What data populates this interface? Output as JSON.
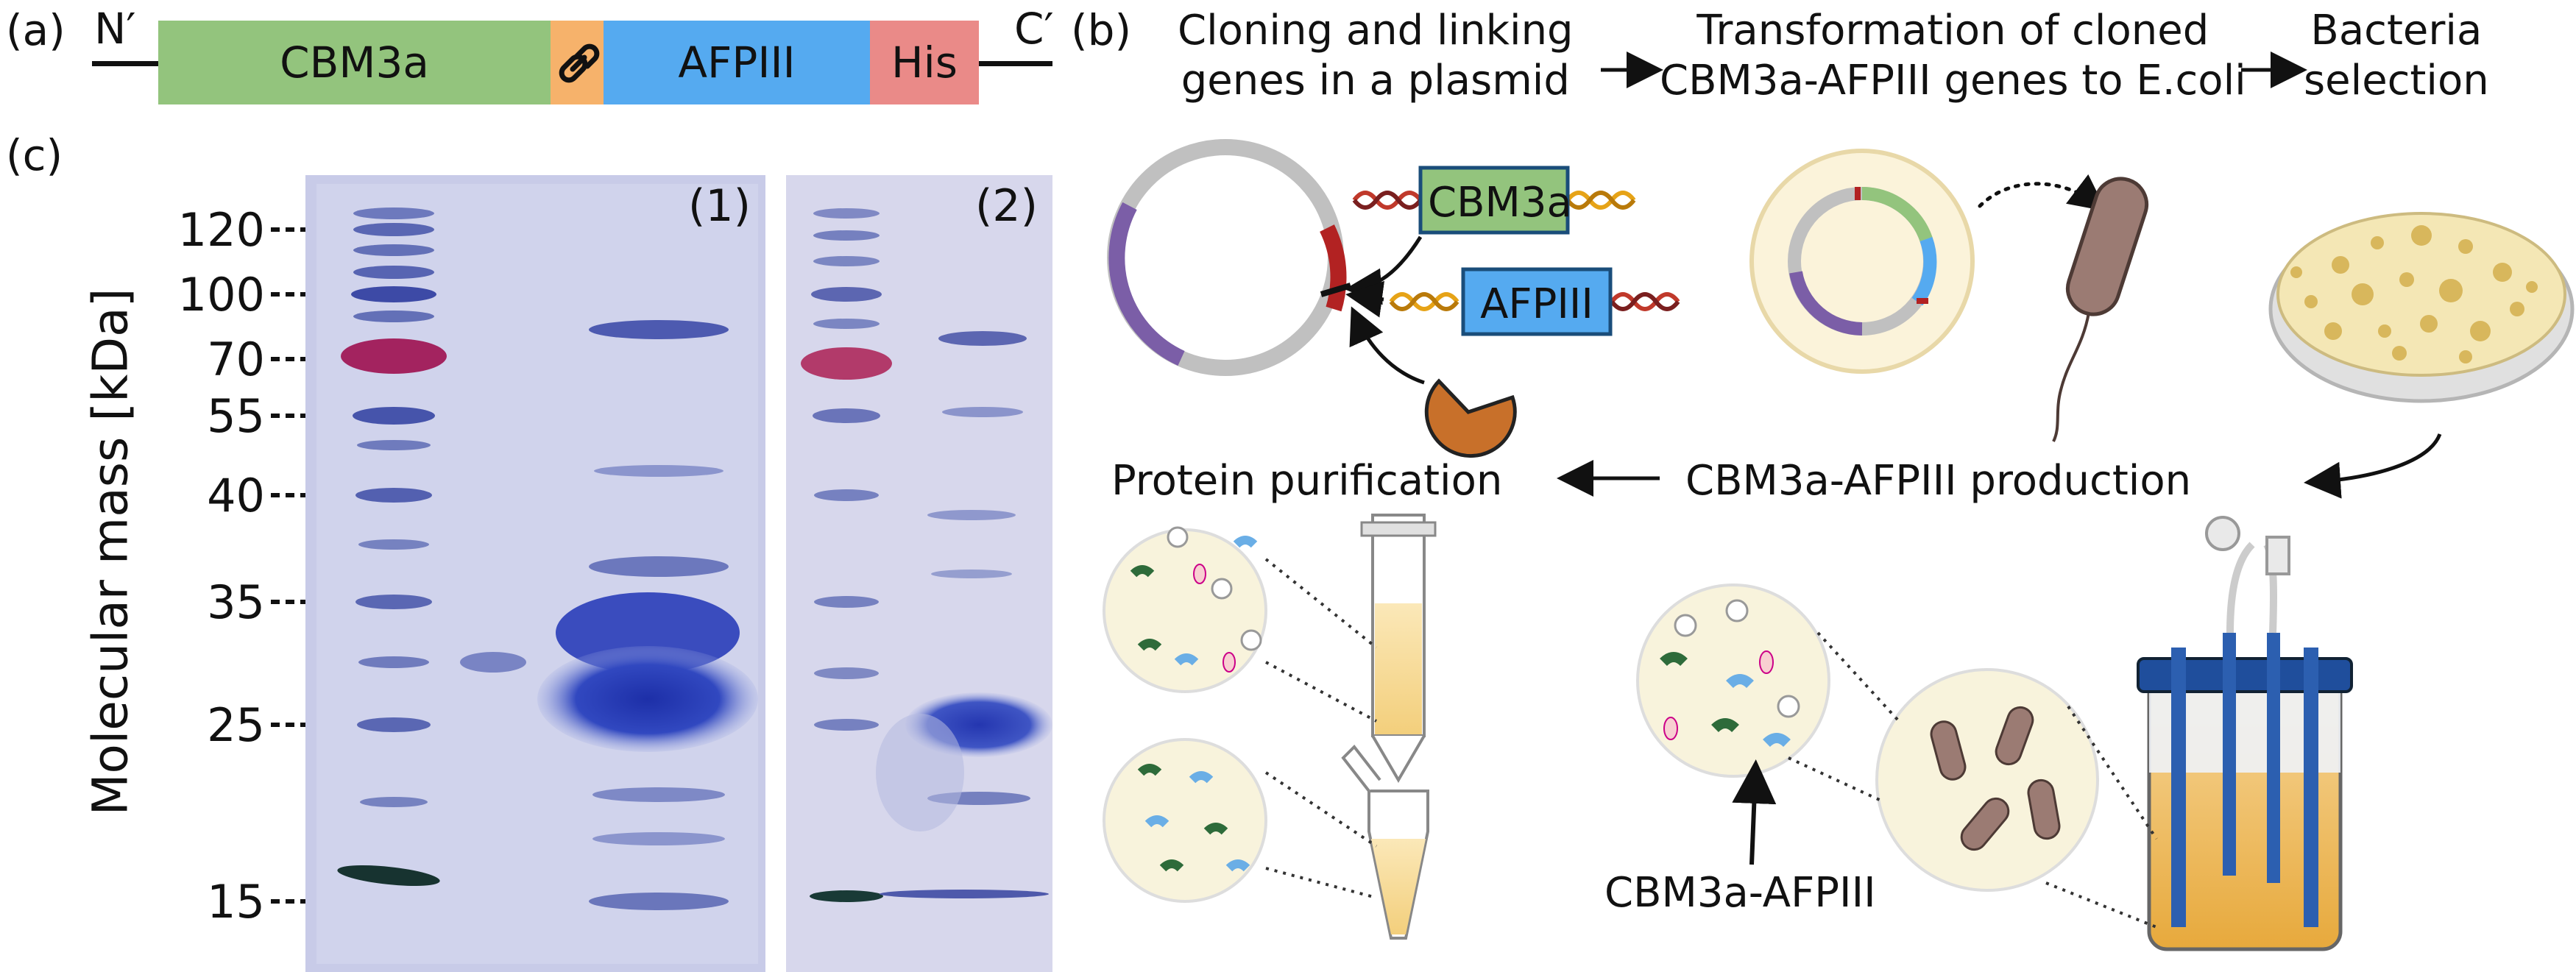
{
  "panel_a": {
    "label": "(a)",
    "n_term": "N′",
    "c_term": "C′",
    "domains": [
      {
        "name": "CBM3a",
        "color": "#93c47d"
      },
      {
        "name": "",
        "color": "#f6b26b"
      },
      {
        "name": "AFPIII",
        "color": "#55aaf0"
      },
      {
        "name": "His",
        "color": "#ea8a88"
      }
    ]
  },
  "panel_b": {
    "label": "(b)",
    "step1": "Cloning and linking\ngenes in a plasmid",
    "step2": "Transformation of cloned\nCBM3a-AFPIII genes to E.coli",
    "step3": "Bacteria\nselection",
    "step4": "CBM3a-AFPIII production",
    "step5": "Protein purification",
    "gene1": "CBM3a",
    "gene2": "AFPIII",
    "callout": "CBM3a-AFPIII",
    "colors": {
      "gene_green": "#93c47d",
      "gene_blue": "#55aaf0",
      "plasmid_purple": "#7b5ea7",
      "plasmid_red": "#b22222",
      "bacteria": "#9b7b73",
      "enzyme": "#c8702a",
      "culture": "#f4d9a6"
    }
  },
  "panel_c": {
    "label": "(c)",
    "ylabel": "Molecular mass [kDa]",
    "ticks": [
      "120",
      "100",
      "70",
      "55",
      "40",
      "35",
      "25",
      "15"
    ],
    "lane1_label": "(1)",
    "lane2_label": "(2)"
  }
}
